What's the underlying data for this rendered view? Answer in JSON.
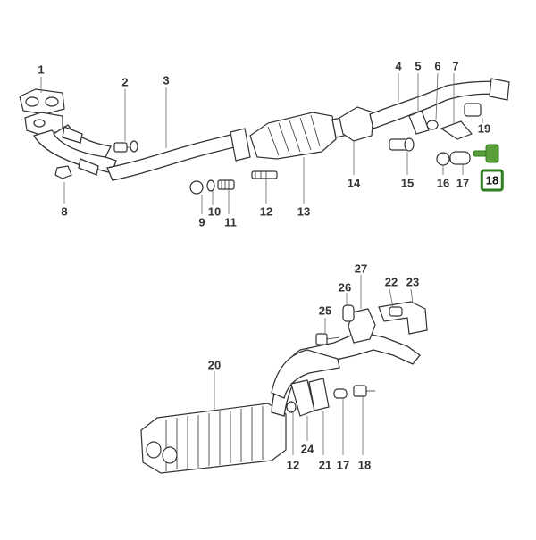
{
  "colors": {
    "highlight": "#2e7d1e",
    "line": "#333333",
    "background": "#ffffff"
  },
  "upper_assembly": {
    "labels": [
      "1",
      "2",
      "3",
      "4",
      "5",
      "6",
      "7",
      "8",
      "9",
      "10",
      "11",
      "12",
      "13",
      "14",
      "15",
      "16",
      "17",
      "18",
      "19"
    ],
    "highlighted": "18"
  },
  "lower_assembly": {
    "labels": [
      "20",
      "23",
      "22",
      "27",
      "26",
      "25",
      "24",
      "21",
      "12",
      "17",
      "18"
    ]
  }
}
